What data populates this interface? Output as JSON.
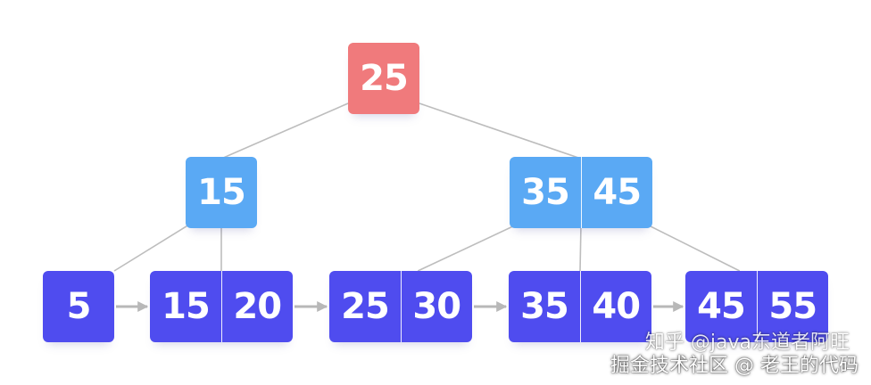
{
  "diagram": {
    "nodes": [
      {
        "id": "root",
        "level": "root",
        "keys": [
          "25"
        ]
      },
      {
        "id": "internal-left",
        "level": "internal",
        "keys": [
          "15"
        ]
      },
      {
        "id": "internal-right",
        "level": "internal",
        "keys": [
          "35",
          "45"
        ]
      },
      {
        "id": "leaf-1",
        "level": "leaf",
        "keys": [
          "5"
        ]
      },
      {
        "id": "leaf-2",
        "level": "leaf",
        "keys": [
          "15",
          "20"
        ]
      },
      {
        "id": "leaf-3",
        "level": "leaf",
        "keys": [
          "25",
          "30"
        ]
      },
      {
        "id": "leaf-4",
        "level": "leaf",
        "keys": [
          "35",
          "40"
        ]
      },
      {
        "id": "leaf-5",
        "level": "leaf",
        "keys": [
          "45",
          "55"
        ]
      }
    ],
    "edges": [
      {
        "from": "root",
        "to": "internal-left"
      },
      {
        "from": "root",
        "to": "internal-right"
      },
      {
        "from": "internal-left",
        "to": "leaf-1"
      },
      {
        "from": "internal-left",
        "to": "leaf-2"
      },
      {
        "from": "internal-right",
        "to": "leaf-3"
      },
      {
        "from": "internal-right",
        "to": "leaf-4"
      },
      {
        "from": "internal-right",
        "to": "leaf-5"
      }
    ],
    "leaf_links": [
      {
        "from": "leaf-1",
        "to": "leaf-2"
      },
      {
        "from": "leaf-2",
        "to": "leaf-3"
      },
      {
        "from": "leaf-3",
        "to": "leaf-4"
      },
      {
        "from": "leaf-4",
        "to": "leaf-5"
      }
    ]
  },
  "colors": {
    "root": "#f07a7c",
    "internal": "#5aa9f4",
    "leaf": "#4f4cef",
    "edge": "#bdbdbd",
    "arrow": "#b8b8b8"
  },
  "watermarks": {
    "line1": "知乎 @java东道者阿旺",
    "line2": "掘金技术社区 @ 老王的代码"
  }
}
